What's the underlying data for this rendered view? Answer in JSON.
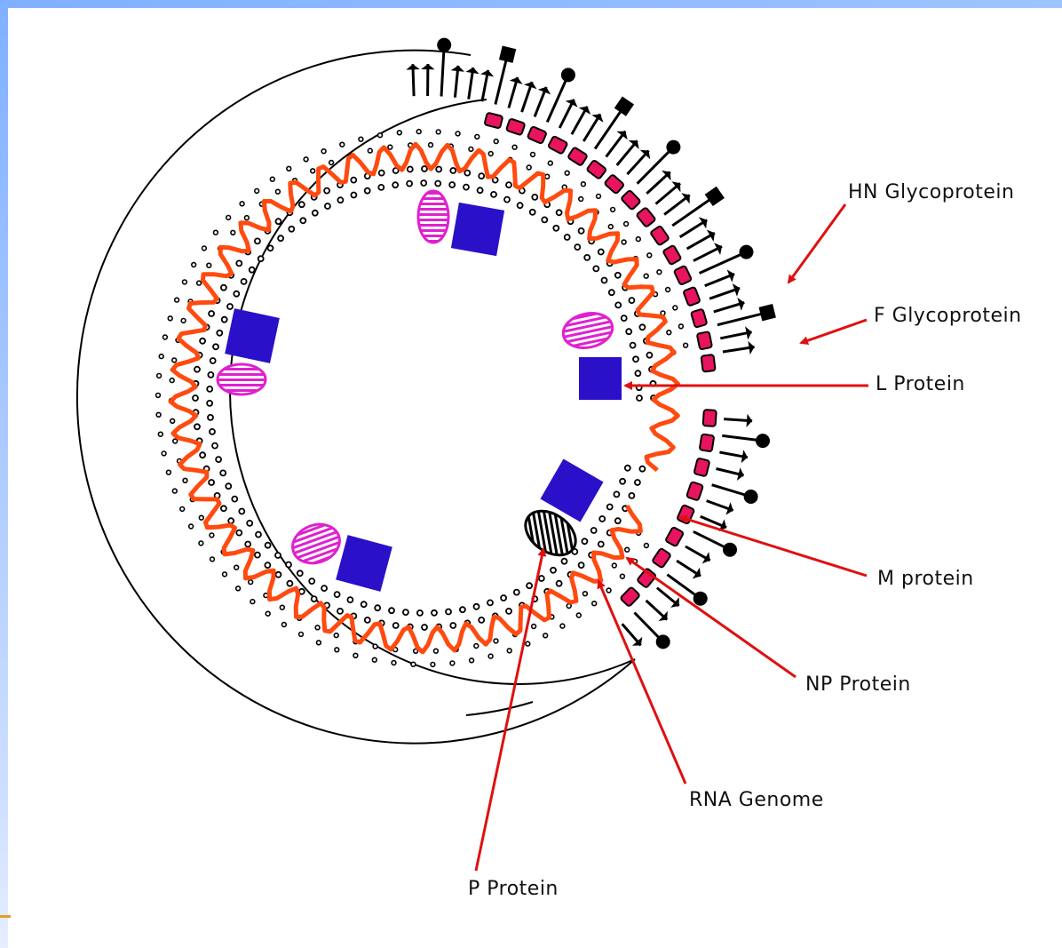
{
  "diagram": {
    "labels": {
      "hn": "HN Glycoprotein",
      "f": "F Glycoprotein",
      "l": "L Protein",
      "m": "M protein",
      "np": "NP Protein",
      "rna": "RNA Genome",
      "p": "P Protein"
    },
    "colors": {
      "frame": "#7fb0ff",
      "arrow": "#e01010",
      "rna": "#ff4a10",
      "l_protein": "#2a10c8",
      "p_protein": "#e020d0",
      "m_protein": "#e81460",
      "membrane": "#000000"
    }
  }
}
